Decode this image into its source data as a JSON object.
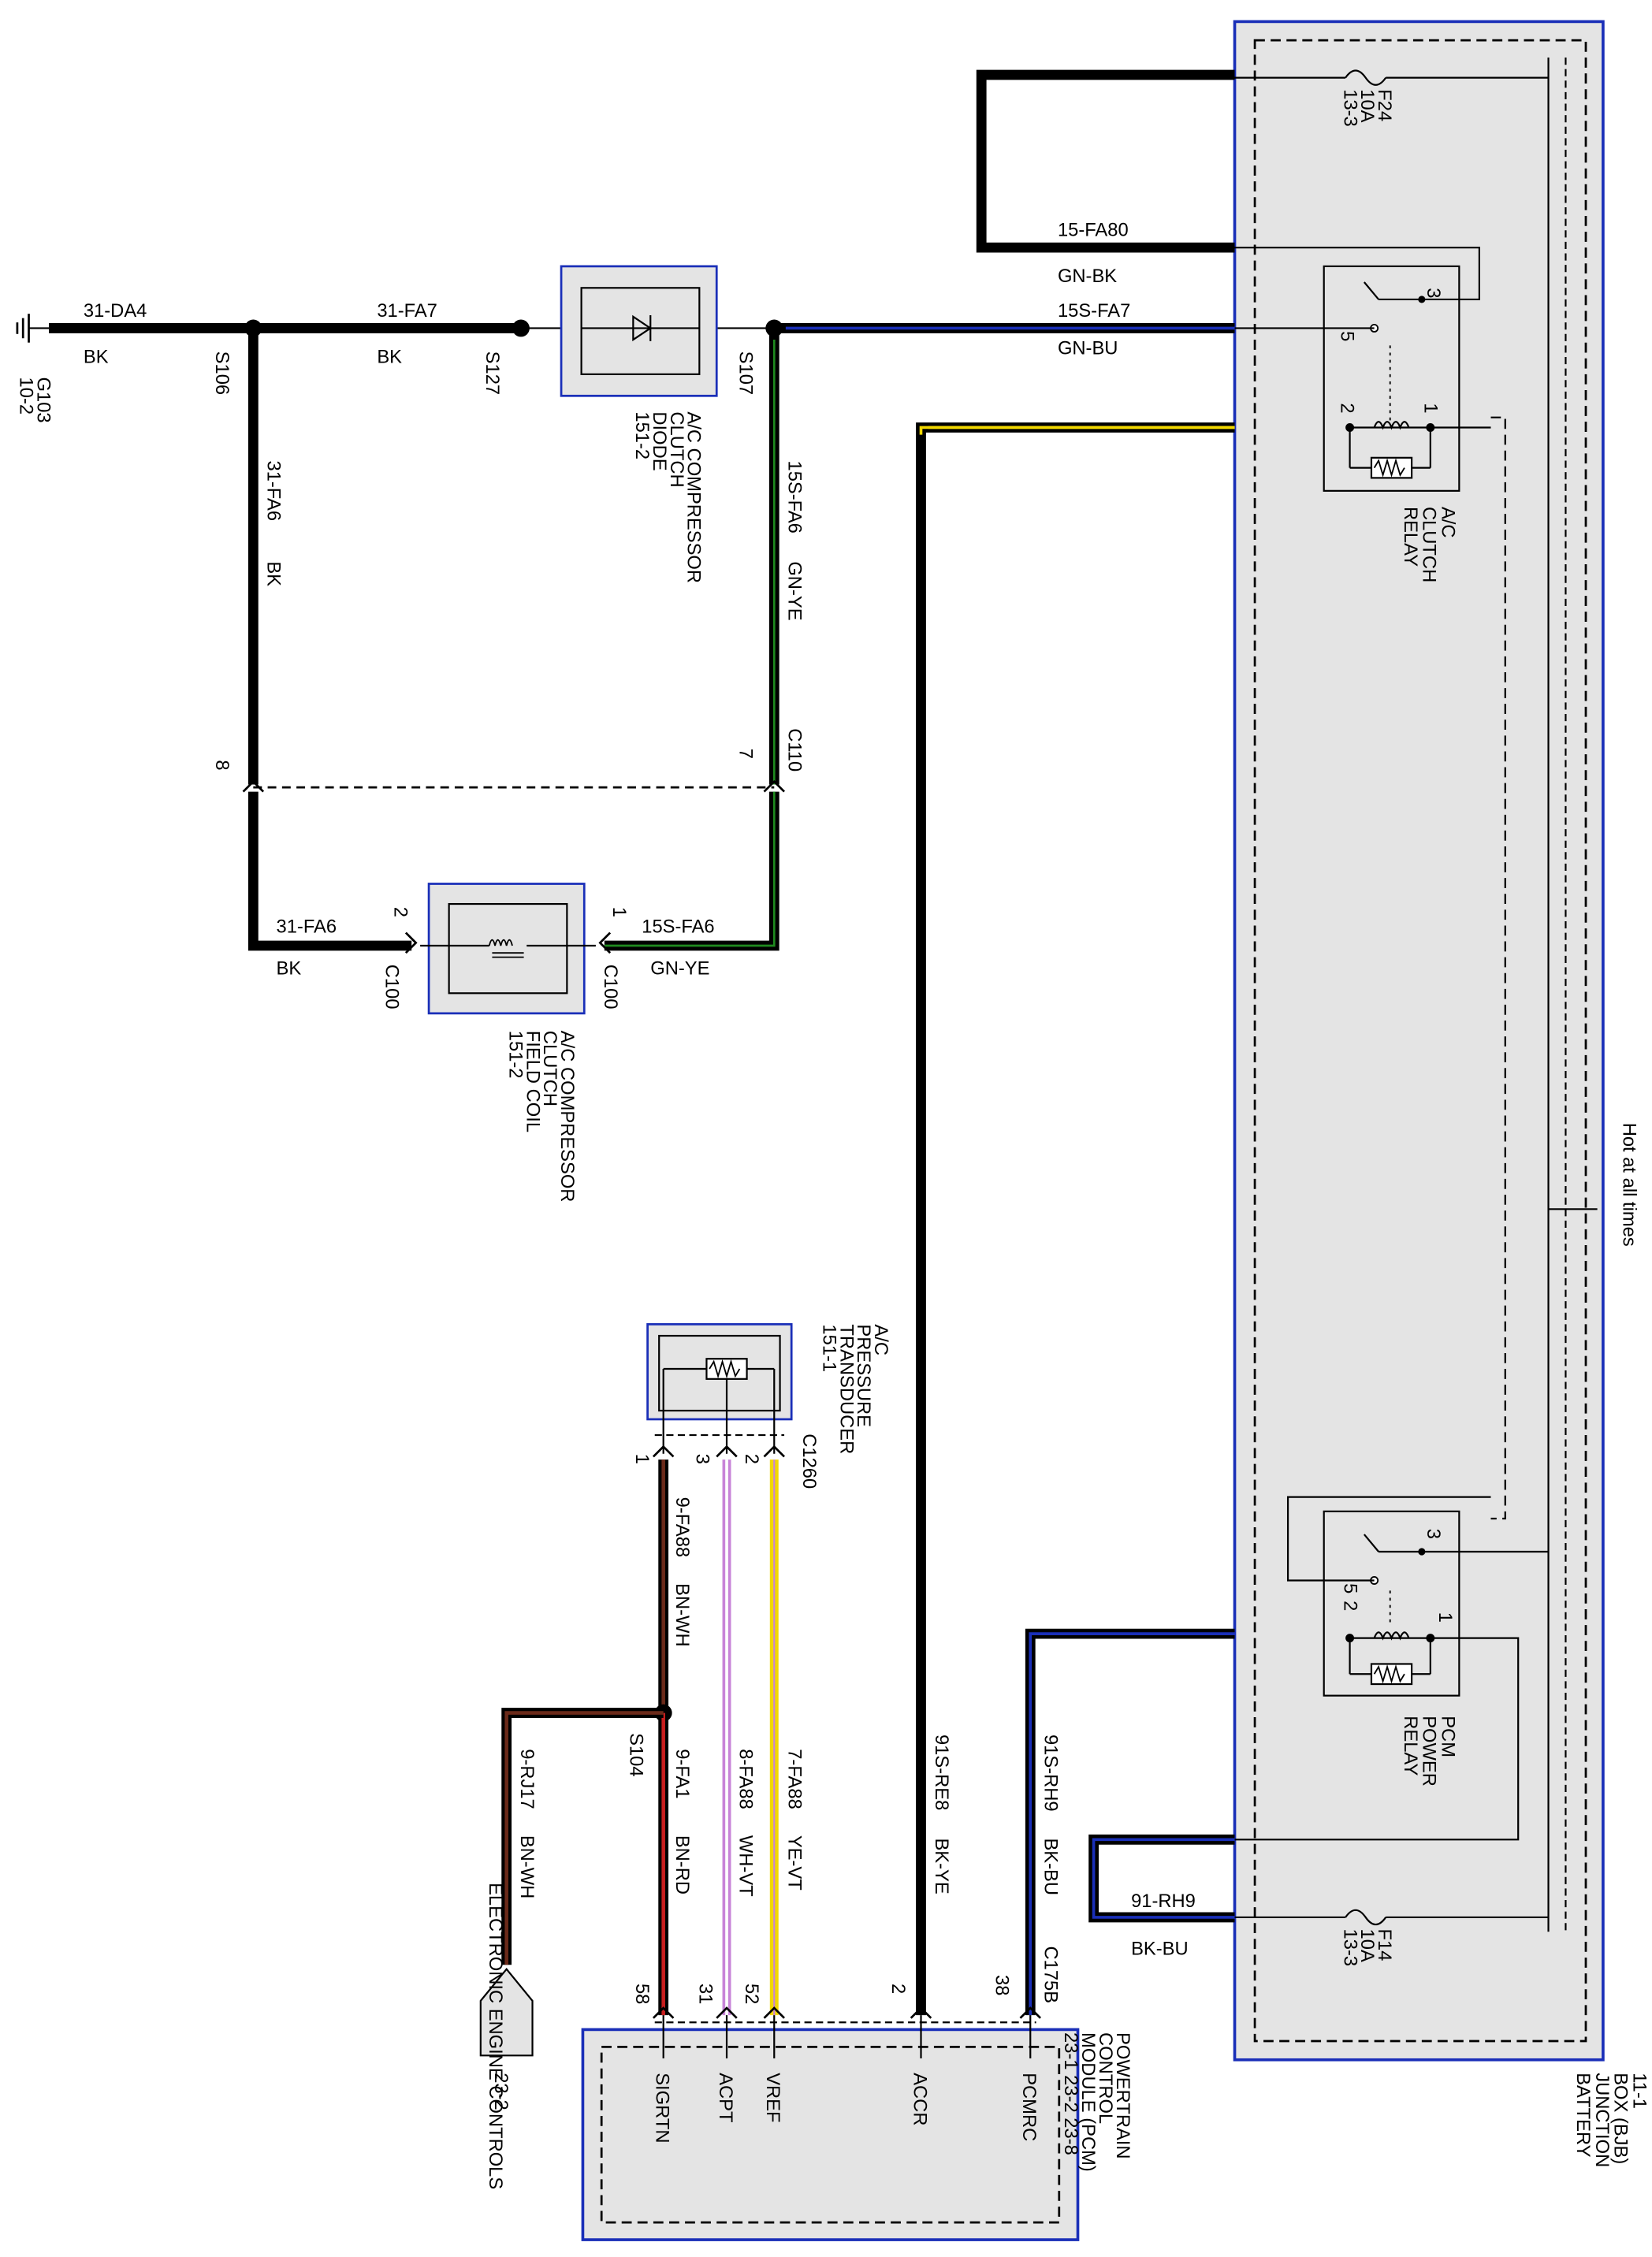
{
  "colors": {
    "black": "#000000",
    "module_fill": "#e4e4e4",
    "module_border": "#1a2fb8",
    "green": "#1f8a1f",
    "yellow": "#f2d800",
    "blue": "#1a2fb8",
    "brown": "#6b2a1a",
    "red": "#c81e1e",
    "violet": "#c884d8",
    "white": "#ffffff"
  },
  "bjb": {
    "title_lines": [
      "BATTERY",
      "JUNCTION",
      "BOX (BJB)",
      "11-1"
    ],
    "hot_label": "Hot at all times",
    "fuse_f24": [
      "F24",
      "10A",
      "13-3"
    ],
    "fuse_f14": [
      "F14",
      "10A",
      "13-3"
    ],
    "ac_relay": {
      "lines": [
        "A/C",
        "CLUTCH",
        "RELAY"
      ],
      "pins": [
        "3",
        "5",
        "2",
        "1"
      ]
    },
    "pcm_relay": {
      "lines": [
        "PCM",
        "POWER",
        "RELAY"
      ],
      "pins": [
        "3",
        "5",
        "2",
        "1"
      ]
    }
  },
  "wires": {
    "w_31_da4": {
      "circuit": "31-DA4",
      "color": "BK"
    },
    "w_31_fa7": {
      "circuit": "31-FA7",
      "color": "BK"
    },
    "w_15_fa80": {
      "circuit": "15-FA80",
      "color": "GN-BK"
    },
    "w_15s_fa7": {
      "circuit": "15S-FA7",
      "color": "GN-BU"
    },
    "w_31_fa6_v": {
      "circuit": "31-FA6",
      "color": "BK"
    },
    "w_15s_fa6_v": {
      "circuit": "15S-FA6",
      "color": "GN-YE"
    },
    "w_31_fa6_h": {
      "circuit": "31-FA6",
      "color": "BK"
    },
    "w_15s_fa6_h": {
      "circuit": "15S-FA6",
      "color": "GN-YE"
    },
    "w_9_fa88": {
      "circuit": "9-FA88",
      "color": "BN-WH"
    },
    "w_9_fa1": {
      "circuit": "9-FA1",
      "color": "BN-RD"
    },
    "w_8_fa88": {
      "circuit": "8-FA88",
      "color": "WH-VT"
    },
    "w_7_fa88": {
      "circuit": "7-FA88",
      "color": "YE-VT"
    },
    "w_91s_re8": {
      "circuit": "91S-RE8",
      "color": "BK-YE"
    },
    "w_91s_rh9": {
      "circuit": "91S-RH9",
      "color": "BK-BU"
    },
    "w_91_rh9": {
      "circuit": "91-RH9",
      "color": "BK-BU"
    },
    "w_9_rj17": {
      "circuit": "9-RJ17",
      "color": "BN-WH"
    }
  },
  "splices": {
    "s106": "S106",
    "s127": "S127",
    "s107": "S107",
    "s104": "S104"
  },
  "ground": {
    "lines": [
      "G103",
      "10-2"
    ]
  },
  "diode": {
    "lines": [
      "A/C COMPRESSOR",
      "CLUTCH",
      "DIODE",
      "151-2"
    ]
  },
  "field_coil": {
    "lines": [
      "A/C COMPRESSOR",
      "CLUTCH",
      "FIELD COIL",
      "151-2"
    ],
    "conn_left": "C100",
    "conn_right": "C100",
    "pin_left": "2",
    "pin_right": "1"
  },
  "c110": {
    "label": "C110",
    "pin_left": "8",
    "pin_right": "7"
  },
  "transducer": {
    "lines": [
      "A/C",
      "PRESSURE",
      "TRANSDUCER",
      "151-1"
    ],
    "conn": "C1260",
    "pins": [
      "1",
      "3",
      "2"
    ]
  },
  "pcm": {
    "title_lines": [
      "POWERTRAIN",
      "CONTROL",
      "MODULE (PCM)",
      "23-1  23-2  23-8"
    ],
    "conn": "C175B",
    "terminals": [
      {
        "pin": "58",
        "name": "SIGRTN"
      },
      {
        "pin": "31",
        "name": "ACPT"
      },
      {
        "pin": "52",
        "name": "VREF"
      },
      {
        "pin": "2",
        "name": "ACCR"
      },
      {
        "pin": "38",
        "name": "PCMRC"
      }
    ]
  },
  "eec": {
    "label": "ELECTRONIC ENGINE CONTROLS",
    "ref": "23-2"
  }
}
